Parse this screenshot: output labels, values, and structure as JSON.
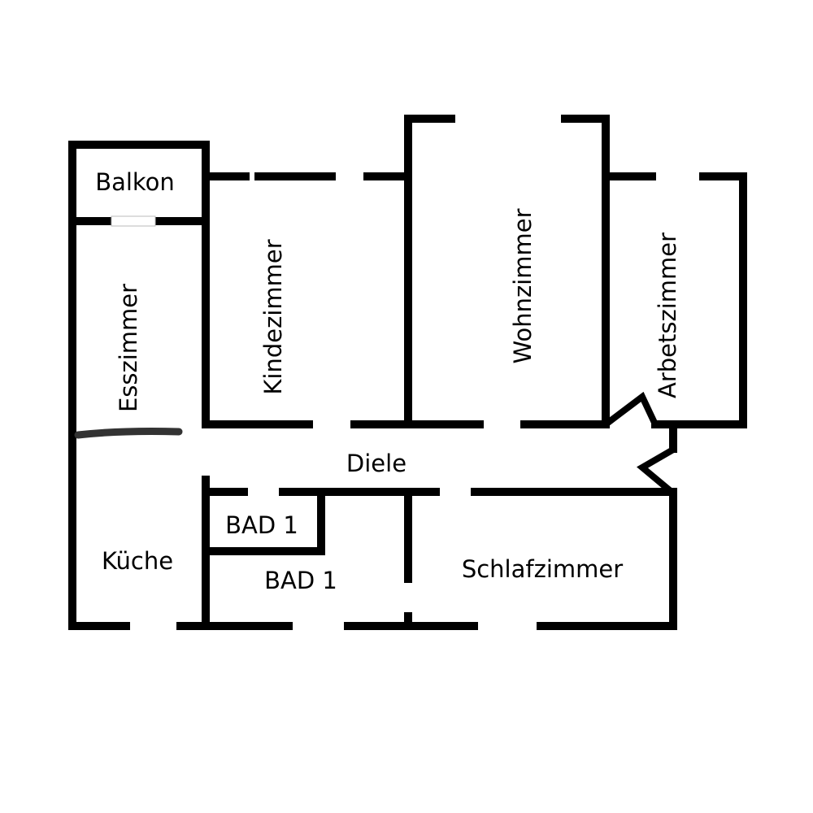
{
  "floor_plan": {
    "rooms": {
      "balkon": "Balkon",
      "esszimmer": "Esszimmer",
      "kindezimmer": "Kindezimmer",
      "wohnzimmer": "Wohnzimmer",
      "arbeitszimmer": "Arbetszimmer",
      "diele": "Diele",
      "kueche": "Küche",
      "bad_small": "BAD 1",
      "bad_large": "BAD 1",
      "schlafzimmer": "Schlafzimmer"
    },
    "colors": {
      "wall": "#000000",
      "background": "#ffffff"
    }
  }
}
